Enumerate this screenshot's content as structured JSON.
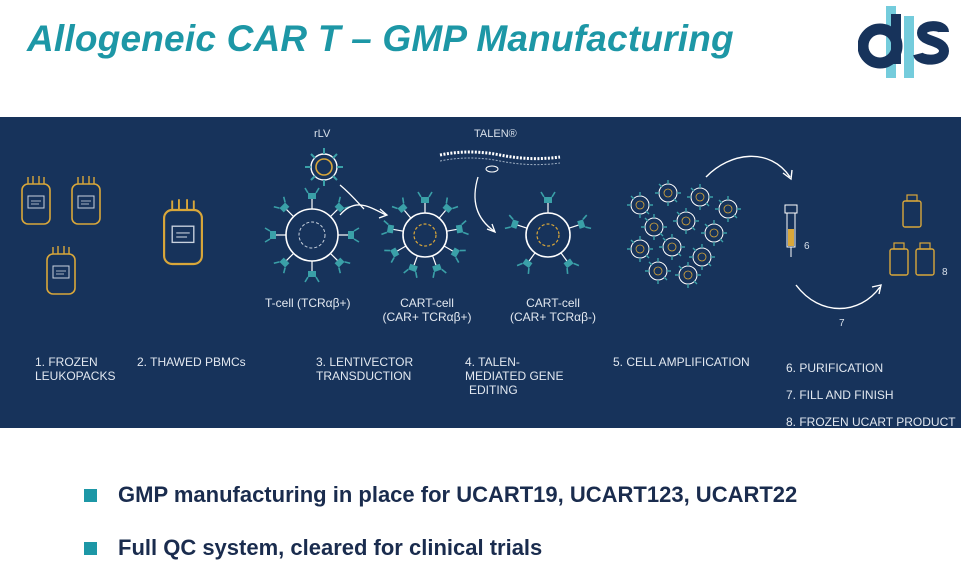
{
  "slide": {
    "title": "Allogeneic CAR T – GMP Manufacturing",
    "logo_icon": "cls-logo-icon"
  },
  "diagram": {
    "labels": {
      "rlv": "rLV",
      "talen": "TALEN®",
      "tcell": "T-cell (TCRαβ+)",
      "cart1_line1": "CART-cell",
      "cart1_line2": "(CAR+ TCRαβ+)",
      "cart2_line1": "CART-cell",
      "cart2_line2": "(CAR+ TCRαβ-)",
      "num6": "6",
      "num7": "7",
      "num8": "8"
    },
    "steps": [
      {
        "line1": "1. FROZEN",
        "line2": "LEUKOPACKS"
      },
      {
        "line1": "2. THAWED PBMCs",
        "line2": ""
      },
      {
        "line1": "3. LENTIVECTOR",
        "line2": "TRANSDUCTION"
      },
      {
        "line1": "4. TALEN-",
        "line2": "MEDIATED GENE",
        "line3": "EDITING"
      },
      {
        "line1": "5. CELL AMPLIFICATION",
        "line2": ""
      },
      {
        "line1": "6. PURIFICATION",
        "line2": "7. FILL AND FINISH",
        "line3": "8. FROZEN UCART PRODUCT"
      }
    ],
    "colors": {
      "panel_bg": "#17335b",
      "bag_outline": "#d9a73a",
      "cell_receptor": "#3aa0a8",
      "accent_teal": "#1d97a6"
    }
  },
  "bullets": [
    "GMP manufacturing in place for UCART19, UCART123, UCART22",
    "Full QC system, cleared for clinical trials"
  ]
}
